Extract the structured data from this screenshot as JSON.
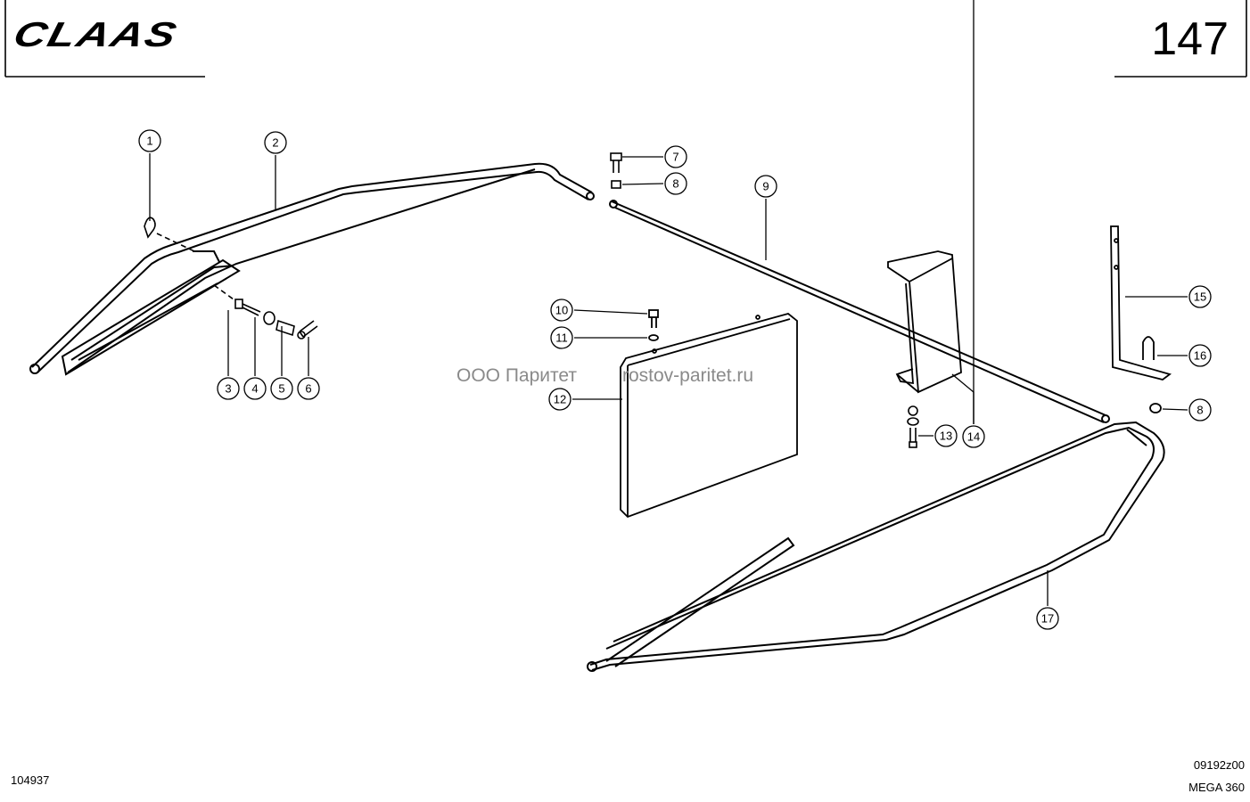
{
  "header": {
    "brand": "CLAAS",
    "page_number": "147"
  },
  "footer": {
    "drawing_id": "104937",
    "sheet_code": "09192z00",
    "model": "MEGA 360"
  },
  "watermark": {
    "left": "ООО Паритет",
    "right": "rostov-paritet.ru"
  },
  "callouts": {
    "c1": "1",
    "c2": "2",
    "c3": "3",
    "c4": "4",
    "c5": "5",
    "c6": "6",
    "c7": "7",
    "c8a": "8",
    "c9": "9",
    "c10": "10",
    "c11": "11",
    "c12": "12",
    "c13": "13",
    "c14": "14",
    "c15": "15",
    "c16": "16",
    "c8b": "8",
    "c17": "17"
  }
}
